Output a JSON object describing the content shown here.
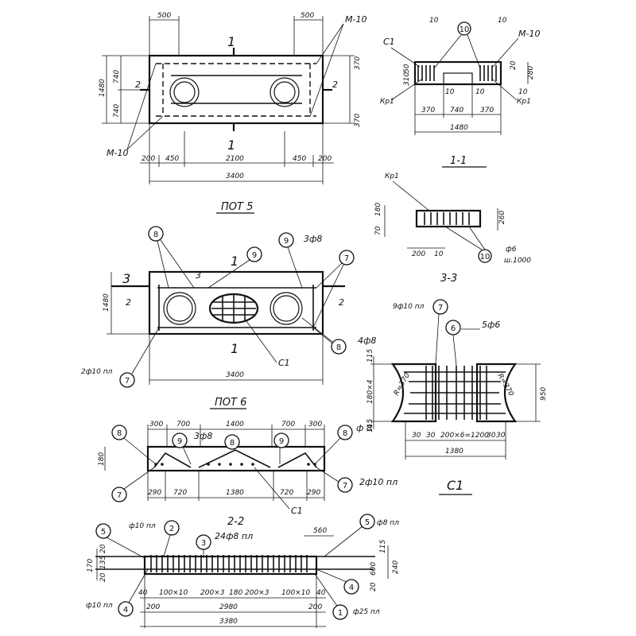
{
  "views": {
    "top": {
      "dims_top": [
        "500",
        "500"
      ],
      "dims_left": [
        "1480",
        "740",
        "740"
      ],
      "dims_right": [
        "370",
        "370"
      ],
      "dims_bottom": [
        "200",
        "450",
        "2100",
        "450",
        "200"
      ],
      "dim_total": "3400",
      "side_marks": [
        "2",
        "2"
      ],
      "section_marks": [
        "1",
        "1"
      ],
      "labels": {
        "m10_top": "М-10",
        "m10_left": "М-10"
      },
      "title": "ПОТ 5"
    },
    "section_1_1": {
      "labels": [
        "С1",
        "Кр1",
        "Кр1",
        "М-10"
      ],
      "dims": [
        "10",
        "10",
        "10",
        "10",
        "50",
        "310",
        "20",
        "280",
        "10",
        "370",
        "740",
        "370",
        "1480"
      ],
      "callouts": [
        "10"
      ],
      "title": "1-1"
    },
    "section_3_3": {
      "labels": [
        "Кр1"
      ],
      "dims": [
        "70",
        "180",
        "200",
        "10",
        "260",
        "ф6",
        "ш.1000"
      ],
      "callouts": [
        "10"
      ],
      "title": "3-3"
    },
    "plan_reinforcement": {
      "dims": [
        "1480",
        "3400"
      ],
      "labels": {
        "bar_3f8": "3ф8",
        "bar_4f8": "4ф8",
        "bar_2f10": "2ф10 пл",
        "c1": "С1",
        "sec3": "3",
        "sec2": "2",
        "sec1": "1"
      },
      "callouts": [
        "8",
        "9",
        "9",
        "7",
        "8",
        "7"
      ],
      "title": "ПОТ 6"
    },
    "elevation_2_2_upper": {
      "dims_top": [
        "300",
        "700",
        "1400",
        "700",
        "300"
      ],
      "dims_bottom": [
        "290",
        "720",
        "1380",
        "720",
        "290"
      ],
      "dim_left": "180",
      "labels": {
        "bar_3f8": "3ф8",
        "bar_2f10": "2ф10 пл",
        "c1": "С1"
      },
      "callouts": [
        "8",
        "9",
        "8",
        "9",
        "8",
        "7",
        "7"
      ]
    },
    "frame_c1": {
      "labels": {
        "top_left": "9ф10 пл",
        "top_right": "5ф6",
        "r_left": "R=370",
        "r_right": "R=370",
        "bottom_left": "ф 8"
      },
      "dims_left": [
        "115",
        "180×4",
        "115"
      ],
      "dim_right": "950",
      "dims_bottom": [
        "30",
        "30",
        "200×6=1200",
        "30",
        "30"
      ],
      "dim_total": "1380",
      "callouts": [
        "7",
        "6"
      ],
      "title": "С1"
    },
    "section_2_2": {
      "title": "2-2",
      "labels": {
        "f10": "ф10 пл",
        "bars": "24ф8 пл",
        "f8": "ф8 пл",
        "f10b": "ф10 пл",
        "f25": "ф25 пл"
      },
      "dims_left": [
        "170",
        "20",
        "135",
        "20"
      ],
      "dims_right": [
        "115",
        "600",
        "240",
        "20"
      ],
      "dims_bottom": [
        "40",
        "100×10",
        "200×3",
        "180",
        "200×3",
        "100×10",
        "40"
      ],
      "dims_total": [
        "200",
        "2980",
        "200",
        "3380"
      ],
      "dim_top": "560",
      "callouts": [
        "5",
        "2",
        "3",
        "5",
        "4",
        "4",
        "1"
      ]
    }
  }
}
